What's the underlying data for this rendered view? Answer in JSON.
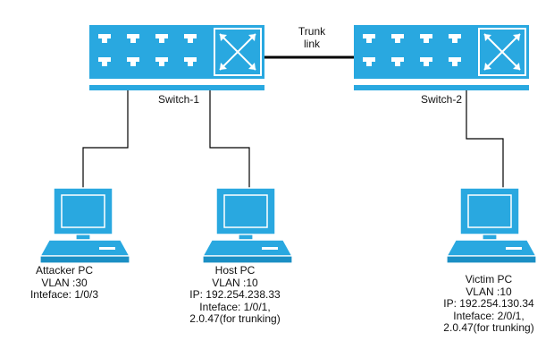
{
  "trunk": {
    "line1": "Trunk",
    "line2": "link"
  },
  "switches": [
    {
      "label": "Switch-1"
    },
    {
      "label": "Switch-2"
    }
  ],
  "pcs": [
    {
      "lines": [
        "Attacker PC",
        "VLAN :30",
        "Inteface: 1/0/3"
      ]
    },
    {
      "lines": [
        "Host PC",
        "VLAN :10",
        "IP: 192.254.238.33",
        "Inteface: 1/0/1,",
        "2.0.47(for trunking)"
      ]
    },
    {
      "lines": [
        "Victim PC",
        "VLAN :10",
        "IP: 192.254.130.34",
        "Inteface: 2/0/1,",
        "2.0.47(for trunking)"
      ]
    }
  ],
  "colors": {
    "device": "#29a8e0",
    "device_dark": "#1b8fc4",
    "device_stroke": "#ffffff",
    "link": "#000000"
  }
}
